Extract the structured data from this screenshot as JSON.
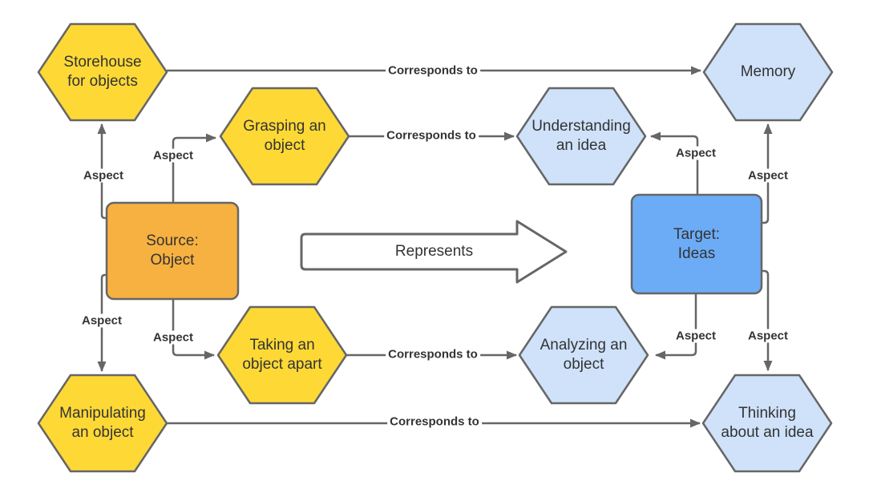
{
  "nodes": {
    "storehouse": {
      "label": "Storehouse\nfor objects",
      "fill": "#FED936"
    },
    "grasping": {
      "label": "Grasping an\nobject",
      "fill": "#FED936"
    },
    "taking": {
      "label": "Taking an\nobject apart",
      "fill": "#FED936"
    },
    "manipulating": {
      "label": "Manipulating\nan object",
      "fill": "#FED936"
    },
    "memory": {
      "label": "Memory",
      "fill": "#CFE2FA"
    },
    "understanding": {
      "label": "Understanding\nan idea",
      "fill": "#CFE2FA"
    },
    "analyzing": {
      "label": "Analyzing an\nobject",
      "fill": "#CFE2FA"
    },
    "thinking": {
      "label": "Thinking\nabout an idea",
      "fill": "#CFE2FA"
    },
    "source": {
      "label": "Source:\nObject",
      "fill": "#F7B140"
    },
    "target": {
      "label": "Target:\nIdeas",
      "fill": "#6CACF7"
    }
  },
  "represents": {
    "label": "Represents"
  },
  "edges": {
    "corresponds": [
      {
        "from": "Storehouse for objects",
        "to": "Memory",
        "label": "Corresponds to"
      },
      {
        "from": "Grasping an object",
        "to": "Understanding an idea",
        "label": "Corresponds to"
      },
      {
        "from": "Taking an object apart",
        "to": "Analyzing an object",
        "label": "Corresponds to"
      },
      {
        "from": "Manipulating an object",
        "to": "Thinking about an idea",
        "label": "Corresponds to"
      }
    ],
    "aspects": [
      {
        "from": "Source: Object",
        "to": "Storehouse for objects",
        "label": "Aspect"
      },
      {
        "from": "Source: Object",
        "to": "Grasping an object",
        "label": "Aspect"
      },
      {
        "from": "Source: Object",
        "to": "Taking an object apart",
        "label": "Aspect"
      },
      {
        "from": "Source: Object",
        "to": "Manipulating an object",
        "label": "Aspect"
      },
      {
        "from": "Target: Ideas",
        "to": "Understanding an idea",
        "label": "Aspect"
      },
      {
        "from": "Target: Ideas",
        "to": "Memory",
        "label": "Aspect"
      },
      {
        "from": "Target: Ideas",
        "to": "Analyzing an object",
        "label": "Aspect"
      },
      {
        "from": "Target: Ideas",
        "to": "Thinking about an idea",
        "label": "Aspect"
      }
    ]
  },
  "colors": {
    "yellow_hexagon": "#FED936",
    "orange_box": "#F7B140",
    "blue_box": "#6CACF7",
    "light_blue_hexagon": "#CFE2FA",
    "line": "#666666",
    "text": "#333333"
  }
}
